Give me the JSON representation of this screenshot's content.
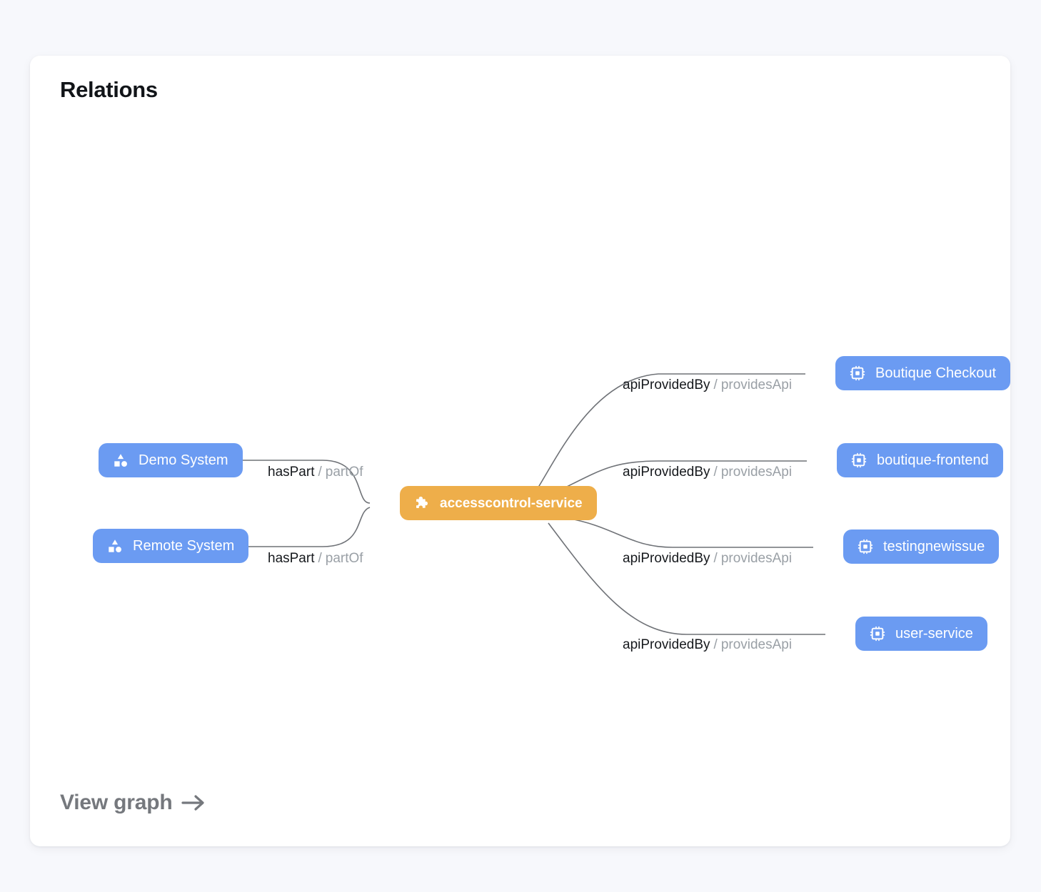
{
  "card": {
    "title": "Relations",
    "footer_link": "View graph",
    "footer_arrow_icon": "arrow-right-icon"
  },
  "colors": {
    "page_background": "#f7f8fc",
    "card_background": "#ffffff",
    "entity_node": "#6b9bf2",
    "focus_node": "#eeae4a",
    "edge_line": "#6f7277",
    "relation_forward_text": "#16191d",
    "relation_reverse_text": "#9aa0a6",
    "title_text": "#111418",
    "footer_text": "#75787d"
  },
  "graph": {
    "focus_node": {
      "label": "accesscontrol-service",
      "icon": "puzzle-piece-icon",
      "kind": "component"
    },
    "nodes": [
      {
        "id": "demo-system",
        "label": "Demo System",
        "icon": "system-icon",
        "kind": "system",
        "side": "left"
      },
      {
        "id": "remote-system",
        "label": "Remote System",
        "icon": "system-icon",
        "kind": "system",
        "side": "left"
      },
      {
        "id": "boutique-checkout",
        "label": "Boutique Checkout",
        "icon": "chip-icon",
        "kind": "api",
        "side": "right"
      },
      {
        "id": "boutique-frontend",
        "label": "boutique-frontend",
        "icon": "chip-icon",
        "kind": "api",
        "side": "right"
      },
      {
        "id": "testingnewissue",
        "label": "testingnewissue",
        "icon": "chip-icon",
        "kind": "api",
        "side": "right"
      },
      {
        "id": "user-service",
        "label": "user-service",
        "icon": "chip-icon",
        "kind": "api",
        "side": "right"
      }
    ],
    "edges": [
      {
        "from": "demo-system",
        "to": "accesscontrol-service",
        "forward": "hasPart",
        "separator": "/",
        "reverse": "partOf"
      },
      {
        "from": "remote-system",
        "to": "accesscontrol-service",
        "forward": "hasPart",
        "separator": "/",
        "reverse": "partOf"
      },
      {
        "from": "accesscontrol-service",
        "to": "boutique-checkout",
        "forward": "apiProvidedBy",
        "separator": "/",
        "reverse": "providesApi"
      },
      {
        "from": "accesscontrol-service",
        "to": "boutique-frontend",
        "forward": "apiProvidedBy",
        "separator": "/",
        "reverse": "providesApi"
      },
      {
        "from": "accesscontrol-service",
        "to": "testingnewissue",
        "forward": "apiProvidedBy",
        "separator": "/",
        "reverse": "providesApi"
      },
      {
        "from": "accesscontrol-service",
        "to": "user-service",
        "forward": "apiProvidedBy",
        "separator": "/",
        "reverse": "providesApi"
      }
    ]
  }
}
